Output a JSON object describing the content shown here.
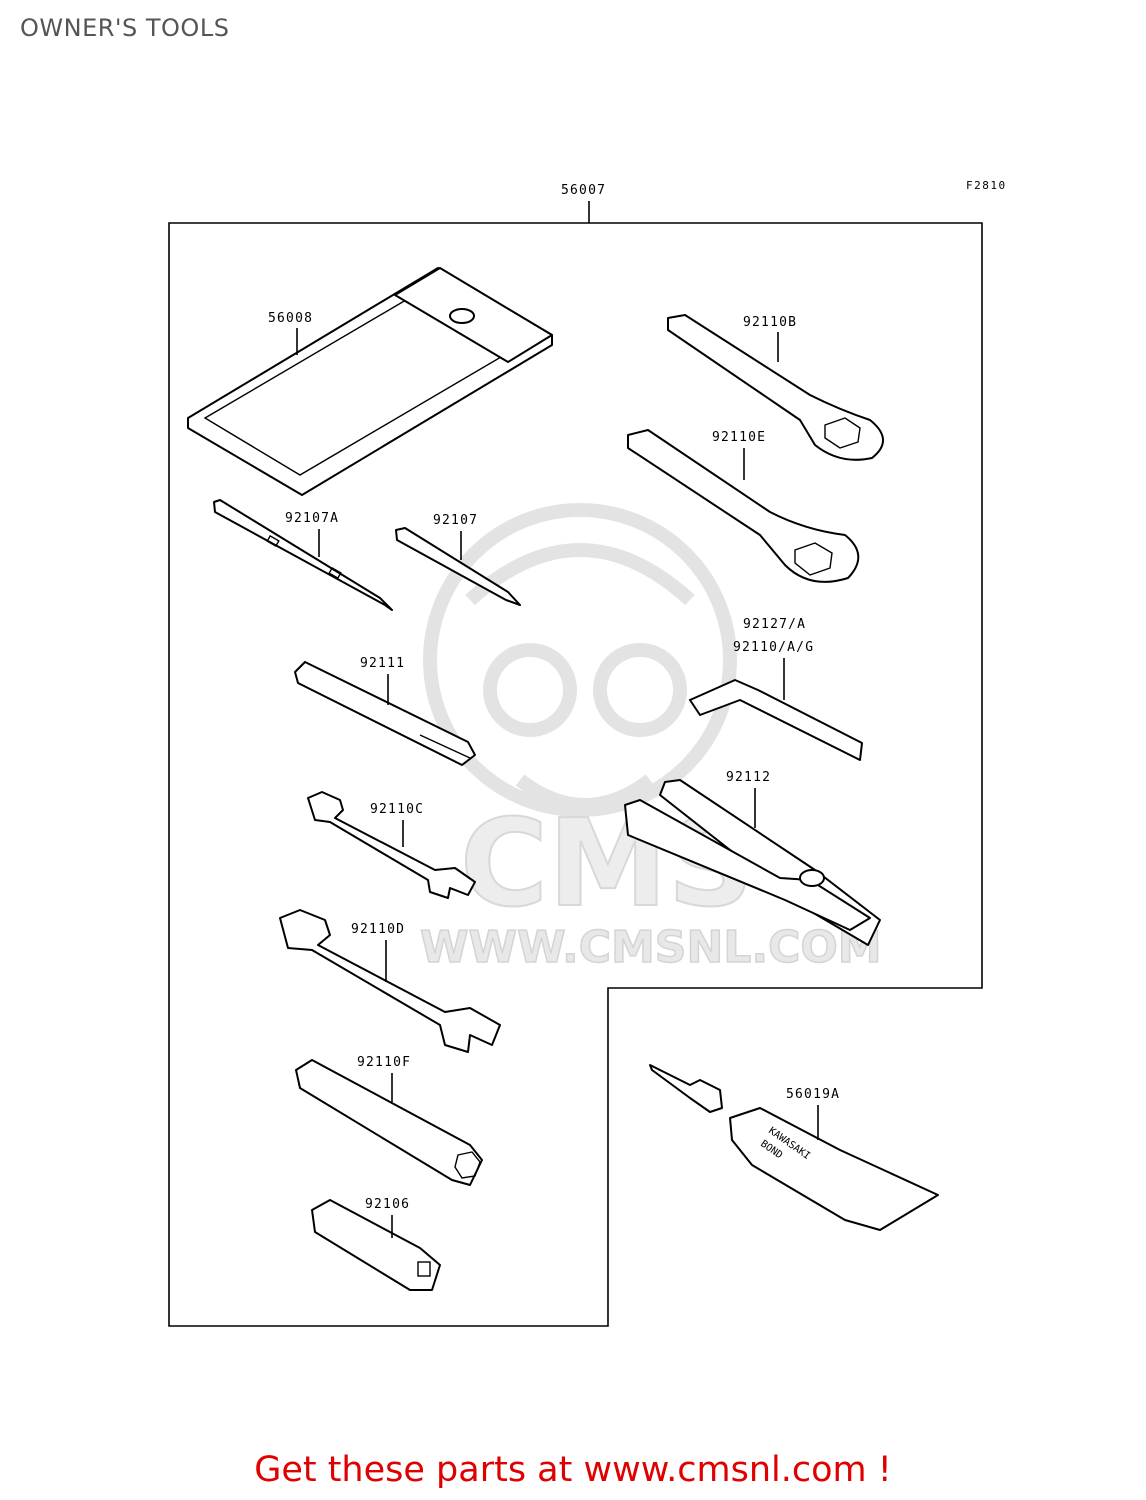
{
  "page": {
    "title": "OWNER'S TOOLS",
    "cta": "Get these parts at www.cmsnl.com !"
  },
  "diagram": {
    "figure_code": "F2810",
    "assembly_label": "56007",
    "watermark": "WWW.CMSNL.COM",
    "watermark_logo": "CMS",
    "tube_print": [
      "KAWASAKI",
      "BOND"
    ],
    "parts": {
      "p56008": "56008",
      "p92110B": "92110B",
      "p92110E": "92110E",
      "p92107A": "92107A",
      "p92107": "92107",
      "p92127A": "92127/A",
      "p92110AG": "92110/A/G",
      "p92111": "92111",
      "p92112": "92112",
      "p92110C": "92110C",
      "p92110D": "92110D",
      "p92110F": "92110F",
      "p92106": "92106",
      "p56019A": "56019A"
    }
  }
}
